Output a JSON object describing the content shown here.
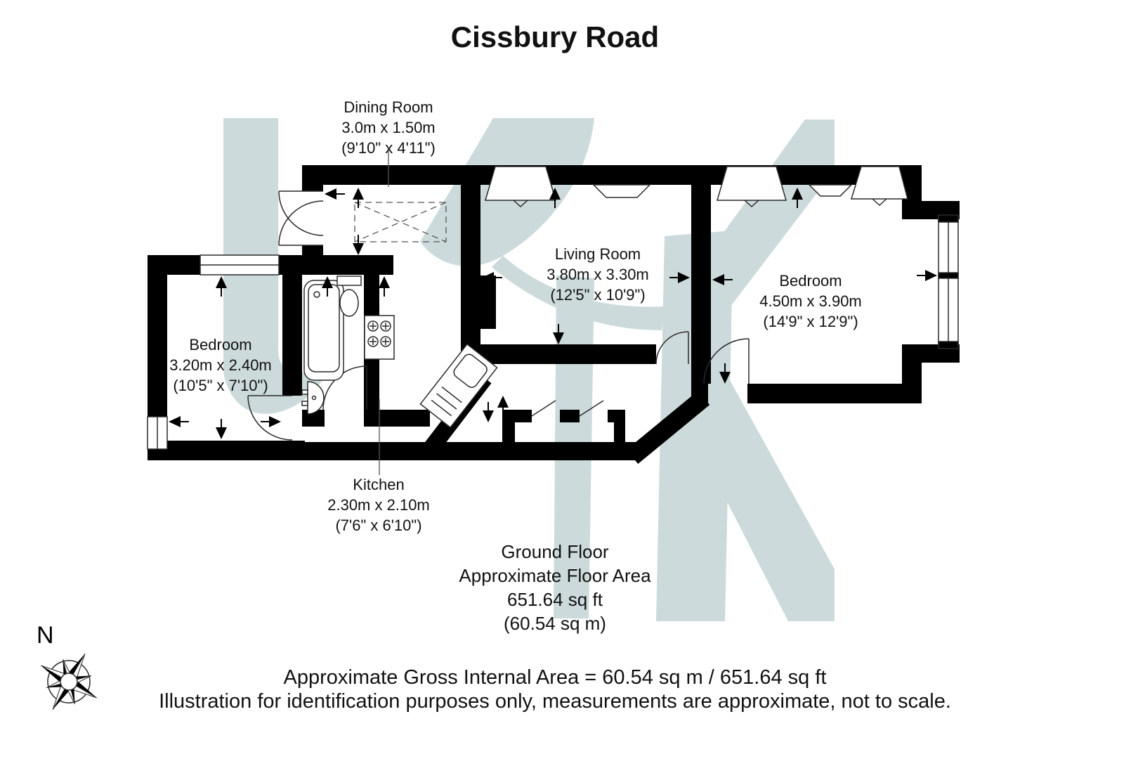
{
  "title": "Cissbury Road",
  "rooms": [
    {
      "id": "dining",
      "name": "Dining Room",
      "metric": "3.0m x 1.50m",
      "imperial": "(9'10\" x 4'11\")"
    },
    {
      "id": "living",
      "name": "Living Room",
      "metric": "3.80m x 3.30m",
      "imperial": "(12'5\" x 10'9\")"
    },
    {
      "id": "bedroom_right",
      "name": "Bedroom",
      "metric": "4.50m x 3.90m",
      "imperial": "(14'9\" x 12'9\")"
    },
    {
      "id": "bedroom_left",
      "name": "Bedroom",
      "metric": "3.20m x 2.40m",
      "imperial": "(10'5\" x 7'10\")"
    },
    {
      "id": "kitchen",
      "name": "Kitchen",
      "metric": "2.30m x 2.10m",
      "imperial": "(7'6\" x 6'10\")"
    }
  ],
  "summary": {
    "floor": "Ground Floor",
    "area_label": "Approximate Floor Area",
    "area_ft": "651.64 sq ft",
    "area_m": "(60.54 sq m)"
  },
  "footer": {
    "line1": "Approximate Gross Internal Area = 60.54 sq m / 651.64 sq ft",
    "line2": "Illustration for identification purposes only, measurements are approximate, not to scale."
  },
  "compass": {
    "label": "N"
  },
  "colors": {
    "walls": "#000000",
    "watermark": "#ccdadb",
    "background": "#ffffff",
    "thin_line": "#2a2a2a"
  }
}
